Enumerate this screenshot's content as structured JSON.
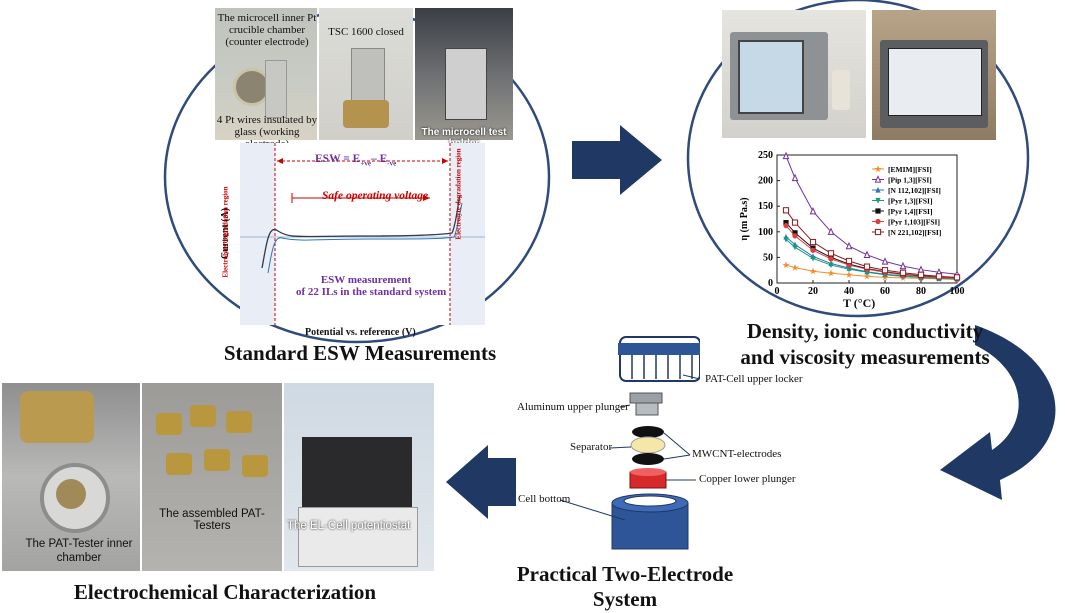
{
  "sections": {
    "esw": "Standard ESW Measurements",
    "density": "Density, ionic conductivity",
    "density2": "and viscosity measurements",
    "electrochem": "Electrochemical Characterization",
    "practical": "Practical Two-Electrode",
    "practical2": "System"
  },
  "esw_photos": {
    "microcell_l1": "The microcell inner Pt",
    "microcell_l2": "crucible chamber",
    "microcell_l3": "(counter electrode)",
    "wires_l1": "4 Pt wires insulated by",
    "wires_l2": "glass (working electrode)",
    "tsc": "TSC 1600 closed",
    "holder": "The microcell test holder"
  },
  "esw_plot": {
    "esw_eq": "ESW = E",
    "esw_sub1": "+ve",
    "esw_mid": "– E",
    "esw_sub2": "-ve",
    "safe": "Safe operating voltage",
    "ylabel": "Current (A)",
    "xlabel": "Potential vs. reference (V)",
    "degr_left": "Electrolyte degradation region",
    "degr_right": "Electrolyte degradation region",
    "note1": "ESW measurement",
    "note2": "of 22 ILs in the standard system"
  },
  "pat_photos": {
    "inner1": "The PAT-Tester inner",
    "inner2": "chamber",
    "assembled": "The assembled PAT-Testers",
    "potentiostat": "The EL-Cell potentiostat"
  },
  "cell_parts": {
    "upper_locker": "PAT-Cell upper locker",
    "aluminum": "Aluminum upper plunger",
    "separator": "Separator",
    "electrodes": "MWCNT-electrodes",
    "copper": "Copper lower plunger",
    "bottom": "Cell bottom"
  },
  "colors": {
    "navy": "#1f3864",
    "circle": "#2f4b7c"
  },
  "chart_data": {
    "type": "line",
    "ylabel": "η (m Pa.s)",
    "xlabel": "T (°C)",
    "xlim": [
      0,
      100
    ],
    "ylim": [
      0,
      250
    ],
    "x_ticks": [
      0,
      20,
      40,
      60,
      80,
      100
    ],
    "y_ticks": [
      0,
      50,
      100,
      150,
      200,
      250
    ],
    "legend_placement": "top-right",
    "x": [
      5,
      10,
      20,
      30,
      40,
      50,
      60,
      70,
      80,
      90,
      100
    ],
    "series": [
      {
        "name": "[EMIM][FSI]",
        "color": "#f28e2b",
        "marker": "star",
        "values": [
          35,
          30,
          23,
          19,
          16,
          13,
          11,
          10,
          9,
          8,
          7
        ]
      },
      {
        "name": "[Pip 1,3][FSI]",
        "color": "#7030a0",
        "marker": "tri-open",
        "values": [
          248,
          205,
          140,
          100,
          72,
          55,
          42,
          33,
          26,
          21,
          17
        ]
      },
      {
        "name": "[N 112,102][FSI]",
        "color": "#2e75b6",
        "marker": "tri",
        "values": [
          90,
          75,
          52,
          38,
          29,
          22,
          17,
          14,
          11,
          9,
          8
        ]
      },
      {
        "name": "[Pyr 1,3][FSI]",
        "color": "#1a9a7a",
        "marker": "tri-down",
        "values": [
          85,
          70,
          48,
          35,
          27,
          21,
          16,
          13,
          11,
          9,
          8
        ]
      },
      {
        "name": "[Pyr 1,4][FSI]",
        "color": "#111111",
        "marker": "square",
        "values": [
          118,
          98,
          68,
          50,
          37,
          28,
          22,
          17,
          14,
          12,
          10
        ]
      },
      {
        "name": "[Pyr 1,103][FSI]",
        "color": "#e03c3c",
        "marker": "circle",
        "values": [
          112,
          92,
          64,
          47,
          35,
          27,
          21,
          16,
          13,
          11,
          9
        ]
      },
      {
        "name": "[N 221,102][FSI]",
        "color": "#8b1a1a",
        "marker": "square-open",
        "values": [
          142,
          118,
          80,
          58,
          43,
          32,
          25,
          20,
          16,
          13,
          11
        ]
      }
    ]
  }
}
